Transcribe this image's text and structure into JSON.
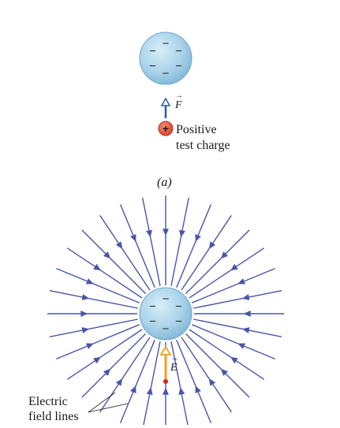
{
  "panel_a": {
    "force_label": "F",
    "test_charge_sign": "+",
    "test_charge_label_line1": "Positive",
    "test_charge_label_line2": "test charge",
    "caption": "(a)"
  },
  "panel_b": {
    "field_label": "E",
    "lines_label_line1": "Electric",
    "lines_label_line2": "field lines",
    "field_line_count": 32
  },
  "sphere": {
    "charge_sign": "−",
    "charge_marks": 6
  },
  "colors": {
    "sphere_fill": "#a9d3ea",
    "sphere_edge": "#6fa7c9",
    "field_line": "#4a55a8",
    "force_arrow": "#2f5aa8",
    "e_arrow": "#f0a020",
    "test_charge": "#e4543f"
  },
  "vector_arrow_glyph": "→"
}
